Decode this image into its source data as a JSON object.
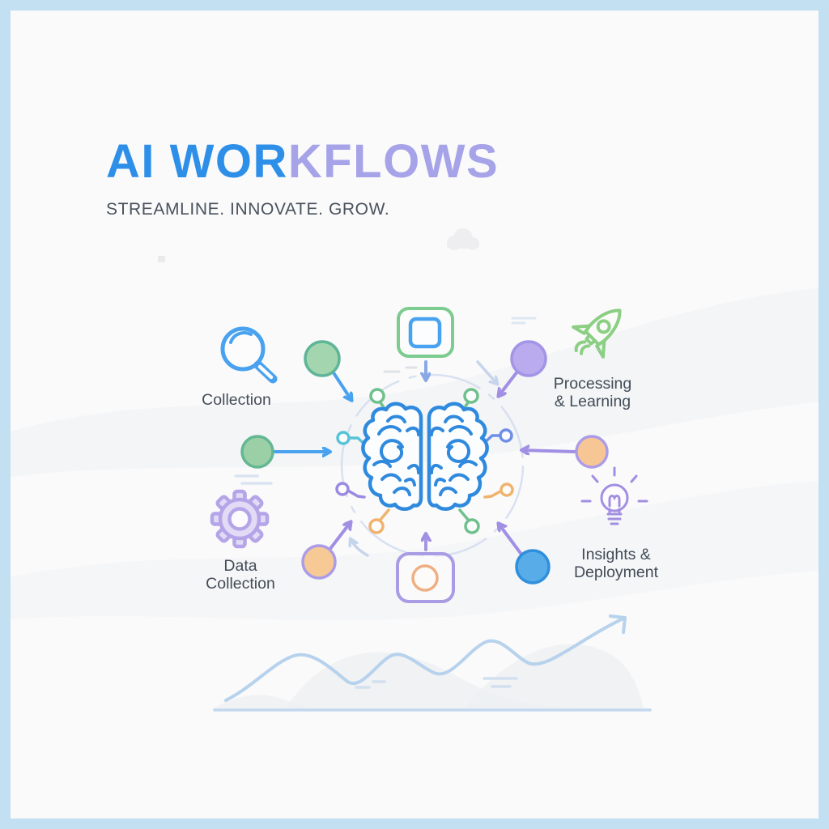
{
  "page": {
    "frame_color": "#c3e0f2",
    "background": "#fafafb"
  },
  "header": {
    "title_blue": "AI WOR",
    "title_purple": "KFLOWS",
    "subtitle": "STREAMLINE. INNOVATE. GROW.",
    "title_blue_color": "#2e8fe9",
    "title_purple_color": "#a6a3e8",
    "subtitle_color": "#4a525d"
  },
  "diagram": {
    "center_icon": "brain-icon",
    "brain_color": "#2f8ade",
    "orbit_style": "dashed-circle",
    "stages": [
      {
        "id": "collection",
        "position": "upper-left",
        "icon": "magnifier-icon",
        "icon_color": "#49a2ef",
        "dot_color": "#a3d6ae",
        "lines": [
          "Collection"
        ]
      },
      {
        "id": "data-collection",
        "position": "lower-left",
        "icon": "gear-icon",
        "icon_color": "#b5a5e8",
        "dot_color": "#f6c995",
        "lines": [
          "Data",
          "Collection"
        ]
      },
      {
        "id": "processing-learning",
        "position": "upper-right",
        "icon": "rocket-icon",
        "icon_color": "#8ccf84",
        "dot_color": "#b9abee",
        "lines": [
          "Processing",
          "& Learning"
        ]
      },
      {
        "id": "insights-deployment",
        "position": "lower-right",
        "icon": "lightbulb-icon",
        "icon_color": "#a38fe2",
        "dot_color": "#58ace8",
        "lines": [
          "Insights &",
          "Deployment"
        ]
      }
    ],
    "top_icon": {
      "name": "data-input-square-icon",
      "outer_color": "#7ccb8f",
      "inner_color": "#49a2ef"
    },
    "bottom_icon": {
      "name": "output-square-icon",
      "outer_color": "#a99ce4",
      "inner_color": "#efaf82"
    },
    "circuit_node_colors": {
      "green": "#6fc08c",
      "cyan": "#59c3d8",
      "indigo": "#6e8ee8",
      "purple": "#9b8ae2",
      "orange": "#f0b36e"
    }
  },
  "footer": {
    "decoration": "growth-curve-with-arrow",
    "line_color": "#b7d2ec",
    "baseline_color": "#c3d8ee"
  }
}
